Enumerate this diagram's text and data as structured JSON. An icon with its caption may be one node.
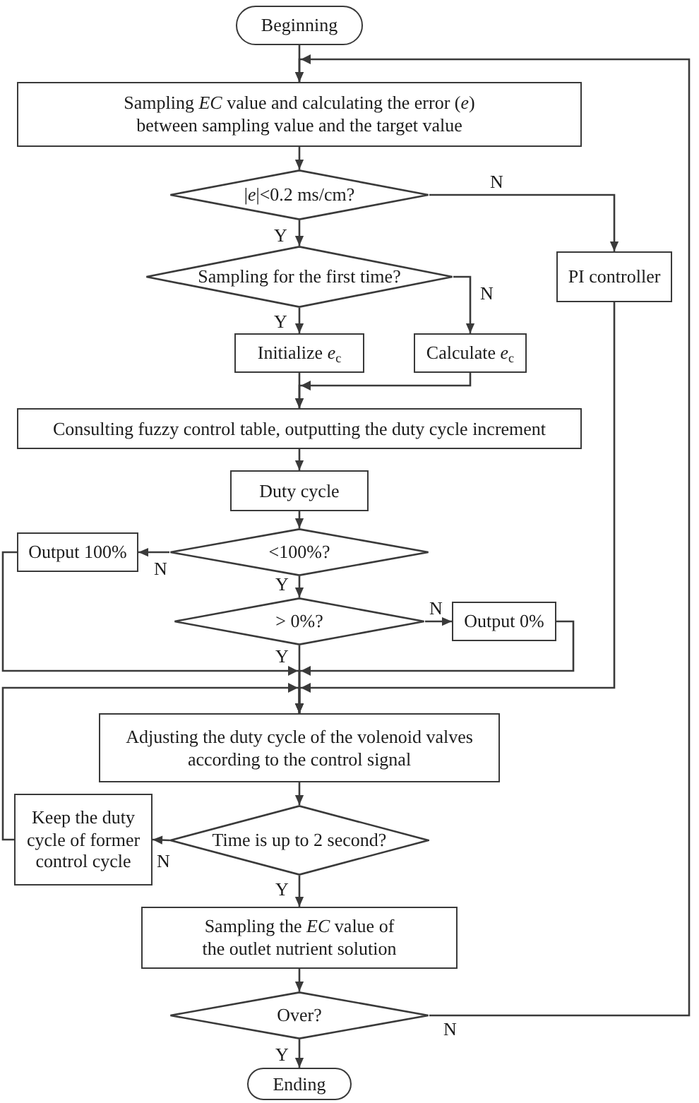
{
  "diagram": {
    "nodes": [
      {
        "text": [
          "Beginning"
        ]
      },
      {
        "text": [
          "Sampling *EC* value and calculating the error (*e*) between sampling value and the target value"
        ]
      },
      {
        "text": [
          "|*e*|<0.2 ms/cm?"
        ]
      },
      {
        "text": [
          "PI controller"
        ]
      },
      {
        "text": [
          "Sampling for the first time?"
        ]
      },
      {
        "text": [
          "Initialize *e*$_{c}$"
        ]
      },
      {
        "text": [
          "Calculate *e*$_{c}$"
        ]
      },
      {
        "text": [
          "Consulting fuzzy control table, outputting the duty cycle increment"
        ]
      },
      {
        "text": [
          "Duty cycle"
        ]
      },
      {
        "text": [
          "<100%?"
        ]
      },
      {
        "text": [
          "Output 100%"
        ]
      },
      {
        "text": [
          "> 0%?"
        ]
      },
      {
        "text": [
          "Output 0%"
        ]
      },
      {
        "text": [
          "Adjusting the duty cycle of the volenoid valves according to the control signal"
        ]
      },
      {
        "text": [
          "Keep the duty cycle of former control cycle"
        ]
      },
      {
        "text": [
          "Time is up to 2 second?"
        ]
      },
      {
        "text": [
          "Sampling the *EC* value of the outlet nutrient solution"
        ]
      },
      {
        "text": [
          "Over?"
        ]
      },
      {
        "text": [
          "Ending"
        ]
      }
    ],
    "edges": [
      {
        "from": 0,
        "to": 1,
        "arrow": "to"
      },
      {
        "from": 1,
        "to": 2,
        "arrow": "to"
      },
      {
        "from": 2,
        "to": 3,
        "label": "N",
        "arrow": "to"
      },
      {
        "from": 2,
        "to": 4,
        "label": "Y",
        "arrow": "to"
      },
      {
        "from": 4,
        "to": 5,
        "label": "Y",
        "arrow": "to"
      },
      {
        "from": 4,
        "to": 6,
        "label": "N",
        "arrow": "to"
      },
      {
        "from": 5,
        "to": 7,
        "arrow": "to"
      },
      {
        "from": 6,
        "to": 7,
        "arrow": "to"
      },
      {
        "from": 7,
        "to": 8,
        "arrow": "to"
      },
      {
        "from": 8,
        "to": 9,
        "arrow": "to"
      },
      {
        "from": 9,
        "to": 10,
        "label": "N",
        "arrow": "to"
      },
      {
        "from": 9,
        "to": 11,
        "label": "Y",
        "arrow": "to"
      },
      {
        "from": 11,
        "to": 12,
        "label": "N",
        "arrow": "to"
      },
      {
        "from": 10,
        "to": 13,
        "arrow": "to"
      },
      {
        "from": 11,
        "to": 13,
        "label": "Y",
        "arrow": "to"
      },
      {
        "from": 12,
        "to": 13,
        "arrow": "to"
      },
      {
        "from": 3,
        "to": 13,
        "arrow": "to"
      },
      {
        "from": 13,
        "to": 15,
        "arrow": "to"
      },
      {
        "from": 15,
        "to": 14,
        "label": "N",
        "arrow": "to"
      },
      {
        "from": 14,
        "to": 13,
        "arrow": "to"
      },
      {
        "from": 15,
        "to": 16,
        "label": "Y",
        "arrow": "to"
      },
      {
        "from": 16,
        "to": 17,
        "arrow": "to"
      },
      {
        "from": 17,
        "to": 18,
        "label": "Y",
        "arrow": "to"
      },
      {
        "from": 17,
        "to": 1,
        "label": "N",
        "arrow": "to"
      }
    ]
  }
}
